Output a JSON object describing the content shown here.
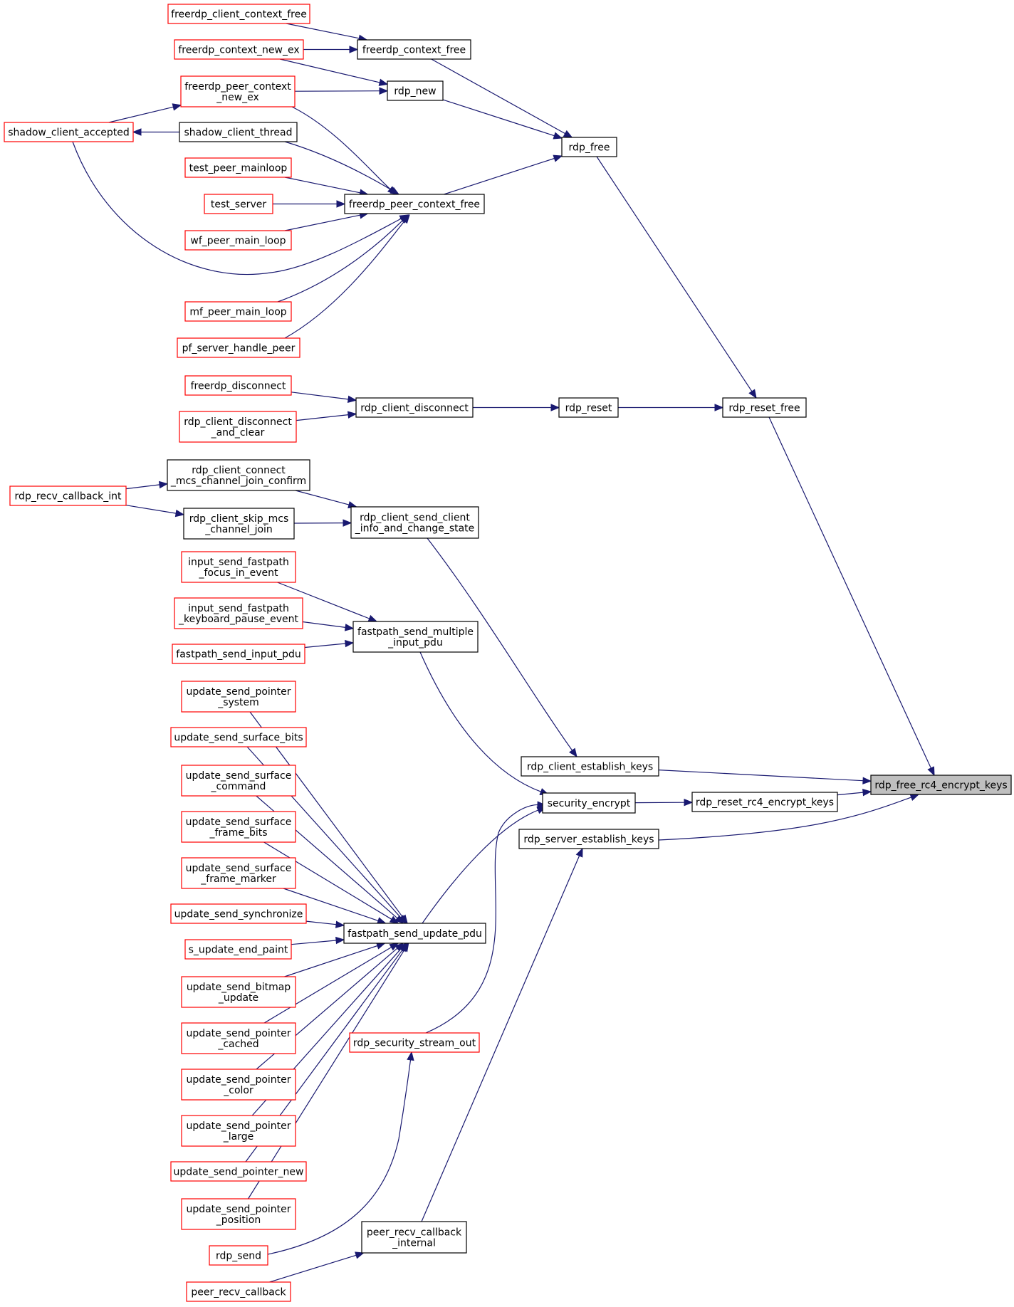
{
  "diagram": {
    "colors": {
      "edge": "#191970",
      "normal_border": "#000000",
      "truncated_border": "#ff0000",
      "focus_fill": "#bfbfbf"
    },
    "nodes": [
      {
        "id": "rdp_free_rc4_encrypt_keys",
        "lines": [
          "rdp_free_rc4_encrypt_keys"
        ],
        "style": "focus"
      },
      {
        "id": "rdp_client_establish_keys",
        "lines": [
          "rdp_client_establish_keys"
        ],
        "style": "normal"
      },
      {
        "id": "rdp_reset_rc4_encrypt_keys",
        "lines": [
          "rdp_reset_rc4_encrypt_keys"
        ],
        "style": "normal"
      },
      {
        "id": "rdp_server_establish_keys",
        "lines": [
          "rdp_server_establish_keys"
        ],
        "style": "normal"
      },
      {
        "id": "rdp_reset_free",
        "lines": [
          "rdp_reset_free"
        ],
        "style": "normal"
      },
      {
        "id": "rdp_free",
        "lines": [
          "rdp_free"
        ],
        "style": "normal"
      },
      {
        "id": "rdp_reset",
        "lines": [
          "rdp_reset"
        ],
        "style": "normal"
      },
      {
        "id": "freerdp_context_free",
        "lines": [
          "freerdp_context_free"
        ],
        "style": "normal"
      },
      {
        "id": "rdp_new",
        "lines": [
          "rdp_new"
        ],
        "style": "normal"
      },
      {
        "id": "freerdp_peer_context_free",
        "lines": [
          "freerdp_peer_context_free"
        ],
        "style": "normal"
      },
      {
        "id": "shadow_client_thread",
        "lines": [
          "shadow_client_thread"
        ],
        "style": "normal"
      },
      {
        "id": "rdp_client_disconnect",
        "lines": [
          "rdp_client_disconnect"
        ],
        "style": "normal"
      },
      {
        "id": "rdp_client_connect_mcs",
        "lines": [
          "rdp_client_connect",
          "_mcs_channel_join_confirm"
        ],
        "style": "normal"
      },
      {
        "id": "rdp_client_skip_mcs",
        "lines": [
          "rdp_client_skip_mcs",
          "_channel_join"
        ],
        "style": "normal"
      },
      {
        "id": "rdp_client_send_client_info",
        "lines": [
          "rdp_client_send_client",
          "_info_and_change_state"
        ],
        "style": "normal"
      },
      {
        "id": "fastpath_send_multiple",
        "lines": [
          "fastpath_send_multiple",
          "_input_pdu"
        ],
        "style": "normal"
      },
      {
        "id": "security_encrypt",
        "lines": [
          "security_encrypt"
        ],
        "style": "normal"
      },
      {
        "id": "fastpath_send_update_pdu",
        "lines": [
          "fastpath_send_update_pdu"
        ],
        "style": "normal"
      },
      {
        "id": "peer_recv_callback_internal",
        "lines": [
          "peer_recv_callback",
          "_internal"
        ],
        "style": "normal"
      },
      {
        "id": "freerdp_client_context_free",
        "lines": [
          "freerdp_client_context_free"
        ],
        "style": "trunc"
      },
      {
        "id": "freerdp_context_new_ex",
        "lines": [
          "freerdp_context_new_ex"
        ],
        "style": "trunc"
      },
      {
        "id": "freerdp_peer_context_new_ex",
        "lines": [
          "freerdp_peer_context",
          "_new_ex"
        ],
        "style": "trunc"
      },
      {
        "id": "shadow_client_accepted",
        "lines": [
          "shadow_client_accepted"
        ],
        "style": "trunc"
      },
      {
        "id": "test_peer_mainloop",
        "lines": [
          "test_peer_mainloop"
        ],
        "style": "trunc"
      },
      {
        "id": "test_server",
        "lines": [
          "test_server"
        ],
        "style": "trunc"
      },
      {
        "id": "wf_peer_main_loop",
        "lines": [
          "wf_peer_main_loop"
        ],
        "style": "trunc"
      },
      {
        "id": "mf_peer_main_loop",
        "lines": [
          "mf_peer_main_loop"
        ],
        "style": "trunc"
      },
      {
        "id": "pf_server_handle_peer",
        "lines": [
          "pf_server_handle_peer"
        ],
        "style": "trunc"
      },
      {
        "id": "freerdp_disconnect",
        "lines": [
          "freerdp_disconnect"
        ],
        "style": "trunc"
      },
      {
        "id": "rdp_client_disconnect_and_clear",
        "lines": [
          "rdp_client_disconnect",
          "_and_clear"
        ],
        "style": "trunc"
      },
      {
        "id": "rdp_recv_callback_int",
        "lines": [
          "rdp_recv_callback_int"
        ],
        "style": "trunc"
      },
      {
        "id": "input_send_fastpath_focus",
        "lines": [
          "input_send_fastpath",
          "_focus_in_event"
        ],
        "style": "trunc"
      },
      {
        "id": "input_send_fastpath_keyboard",
        "lines": [
          "input_send_fastpath",
          "_keyboard_pause_event"
        ],
        "style": "trunc"
      },
      {
        "id": "fastpath_send_input_pdu",
        "lines": [
          "fastpath_send_input_pdu"
        ],
        "style": "trunc"
      },
      {
        "id": "update_send_pointer_system",
        "lines": [
          "update_send_pointer",
          "_system"
        ],
        "style": "trunc"
      },
      {
        "id": "update_send_surface_bits",
        "lines": [
          "update_send_surface_bits"
        ],
        "style": "trunc"
      },
      {
        "id": "update_send_surface_command",
        "lines": [
          "update_send_surface",
          "_command"
        ],
        "style": "trunc"
      },
      {
        "id": "update_send_surface_frame_bits",
        "lines": [
          "update_send_surface",
          "_frame_bits"
        ],
        "style": "trunc"
      },
      {
        "id": "update_send_surface_frame_marker",
        "lines": [
          "update_send_surface",
          "_frame_marker"
        ],
        "style": "trunc"
      },
      {
        "id": "update_send_synchronize",
        "lines": [
          "update_send_synchronize"
        ],
        "style": "trunc"
      },
      {
        "id": "s_update_end_paint",
        "lines": [
          "s_update_end_paint"
        ],
        "style": "trunc"
      },
      {
        "id": "update_send_bitmap_update",
        "lines": [
          "update_send_bitmap",
          "_update"
        ],
        "style": "trunc"
      },
      {
        "id": "update_send_pointer_cached",
        "lines": [
          "update_send_pointer",
          "_cached"
        ],
        "style": "trunc"
      },
      {
        "id": "update_send_pointer_color",
        "lines": [
          "update_send_pointer",
          "_color"
        ],
        "style": "trunc"
      },
      {
        "id": "update_send_pointer_large",
        "lines": [
          "update_send_pointer",
          "_large"
        ],
        "style": "trunc"
      },
      {
        "id": "update_send_pointer_new",
        "lines": [
          "update_send_pointer_new"
        ],
        "style": "trunc"
      },
      {
        "id": "update_send_pointer_position",
        "lines": [
          "update_send_pointer",
          "_position"
        ],
        "style": "trunc"
      },
      {
        "id": "rdp_send",
        "lines": [
          "rdp_send"
        ],
        "style": "trunc"
      },
      {
        "id": "rdp_security_stream_out",
        "lines": [
          "rdp_security_stream_out"
        ],
        "style": "trunc"
      },
      {
        "id": "peer_recv_callback",
        "lines": [
          "peer_recv_callback"
        ],
        "style": "trunc"
      }
    ],
    "edges": [
      {
        "from": "rdp_client_establish_keys",
        "to": "rdp_free_rc4_encrypt_keys"
      },
      {
        "from": "rdp_reset_rc4_encrypt_keys",
        "to": "rdp_free_rc4_encrypt_keys"
      },
      {
        "from": "rdp_server_establish_keys",
        "to": "rdp_free_rc4_encrypt_keys"
      },
      {
        "from": "rdp_reset_free",
        "to": "rdp_free_rc4_encrypt_keys"
      },
      {
        "from": "rdp_free",
        "to": "rdp_reset_free"
      },
      {
        "from": "rdp_reset",
        "to": "rdp_reset_free"
      },
      {
        "from": "freerdp_context_free",
        "to": "rdp_free"
      },
      {
        "from": "rdp_new",
        "to": "rdp_free"
      },
      {
        "from": "freerdp_peer_context_free",
        "to": "rdp_free"
      },
      {
        "from": "freerdp_client_context_free",
        "to": "freerdp_context_free"
      },
      {
        "from": "freerdp_context_new_ex",
        "to": "freerdp_context_free"
      },
      {
        "from": "freerdp_context_new_ex",
        "to": "rdp_new"
      },
      {
        "from": "freerdp_peer_context_new_ex",
        "to": "rdp_new"
      },
      {
        "from": "freerdp_peer_context_new_ex",
        "to": "freerdp_peer_context_free"
      },
      {
        "from": "shadow_client_accepted",
        "to": "freerdp_peer_context_new_ex"
      },
      {
        "from": "shadow_client_accepted",
        "to": "freerdp_peer_context_free"
      },
      {
        "from": "shadow_client_thread",
        "to": "shadow_client_accepted"
      },
      {
        "from": "shadow_client_thread",
        "to": "freerdp_peer_context_free"
      },
      {
        "from": "test_peer_mainloop",
        "to": "freerdp_peer_context_free"
      },
      {
        "from": "test_server",
        "to": "freerdp_peer_context_free"
      },
      {
        "from": "wf_peer_main_loop",
        "to": "freerdp_peer_context_free"
      },
      {
        "from": "mf_peer_main_loop",
        "to": "freerdp_peer_context_free"
      },
      {
        "from": "pf_server_handle_peer",
        "to": "freerdp_peer_context_free"
      },
      {
        "from": "rdp_client_disconnect",
        "to": "rdp_reset"
      },
      {
        "from": "freerdp_disconnect",
        "to": "rdp_client_disconnect"
      },
      {
        "from": "rdp_client_disconnect_and_clear",
        "to": "rdp_client_disconnect"
      },
      {
        "from": "rdp_client_send_client_info",
        "to": "rdp_client_establish_keys"
      },
      {
        "from": "rdp_client_connect_mcs",
        "to": "rdp_client_send_client_info"
      },
      {
        "from": "rdp_client_skip_mcs",
        "to": "rdp_client_send_client_info"
      },
      {
        "from": "rdp_recv_callback_int",
        "to": "rdp_client_connect_mcs"
      },
      {
        "from": "rdp_recv_callback_int",
        "to": "rdp_client_skip_mcs"
      },
      {
        "from": "security_encrypt",
        "to": "rdp_reset_rc4_encrypt_keys"
      },
      {
        "from": "fastpath_send_multiple",
        "to": "security_encrypt"
      },
      {
        "from": "input_send_fastpath_focus",
        "to": "fastpath_send_multiple"
      },
      {
        "from": "input_send_fastpath_keyboard",
        "to": "fastpath_send_multiple"
      },
      {
        "from": "fastpath_send_input_pdu",
        "to": "fastpath_send_multiple"
      },
      {
        "from": "fastpath_send_update_pdu",
        "to": "security_encrypt"
      },
      {
        "from": "rdp_security_stream_out",
        "to": "security_encrypt"
      },
      {
        "from": "update_send_pointer_system",
        "to": "fastpath_send_update_pdu"
      },
      {
        "from": "update_send_surface_bits",
        "to": "fastpath_send_update_pdu"
      },
      {
        "from": "update_send_surface_command",
        "to": "fastpath_send_update_pdu"
      },
      {
        "from": "update_send_surface_frame_bits",
        "to": "fastpath_send_update_pdu"
      },
      {
        "from": "update_send_surface_frame_marker",
        "to": "fastpath_send_update_pdu"
      },
      {
        "from": "update_send_synchronize",
        "to": "fastpath_send_update_pdu"
      },
      {
        "from": "s_update_end_paint",
        "to": "fastpath_send_update_pdu"
      },
      {
        "from": "update_send_bitmap_update",
        "to": "fastpath_send_update_pdu"
      },
      {
        "from": "update_send_pointer_cached",
        "to": "fastpath_send_update_pdu"
      },
      {
        "from": "update_send_pointer_color",
        "to": "fastpath_send_update_pdu"
      },
      {
        "from": "update_send_pointer_large",
        "to": "fastpath_send_update_pdu"
      },
      {
        "from": "update_send_pointer_new",
        "to": "fastpath_send_update_pdu"
      },
      {
        "from": "update_send_pointer_position",
        "to": "fastpath_send_update_pdu"
      },
      {
        "from": "rdp_send",
        "to": "rdp_security_stream_out"
      },
      {
        "from": "peer_recv_callback_internal",
        "to": "rdp_server_establish_keys"
      },
      {
        "from": "peer_recv_callback",
        "to": "peer_recv_callback_internal"
      }
    ]
  }
}
